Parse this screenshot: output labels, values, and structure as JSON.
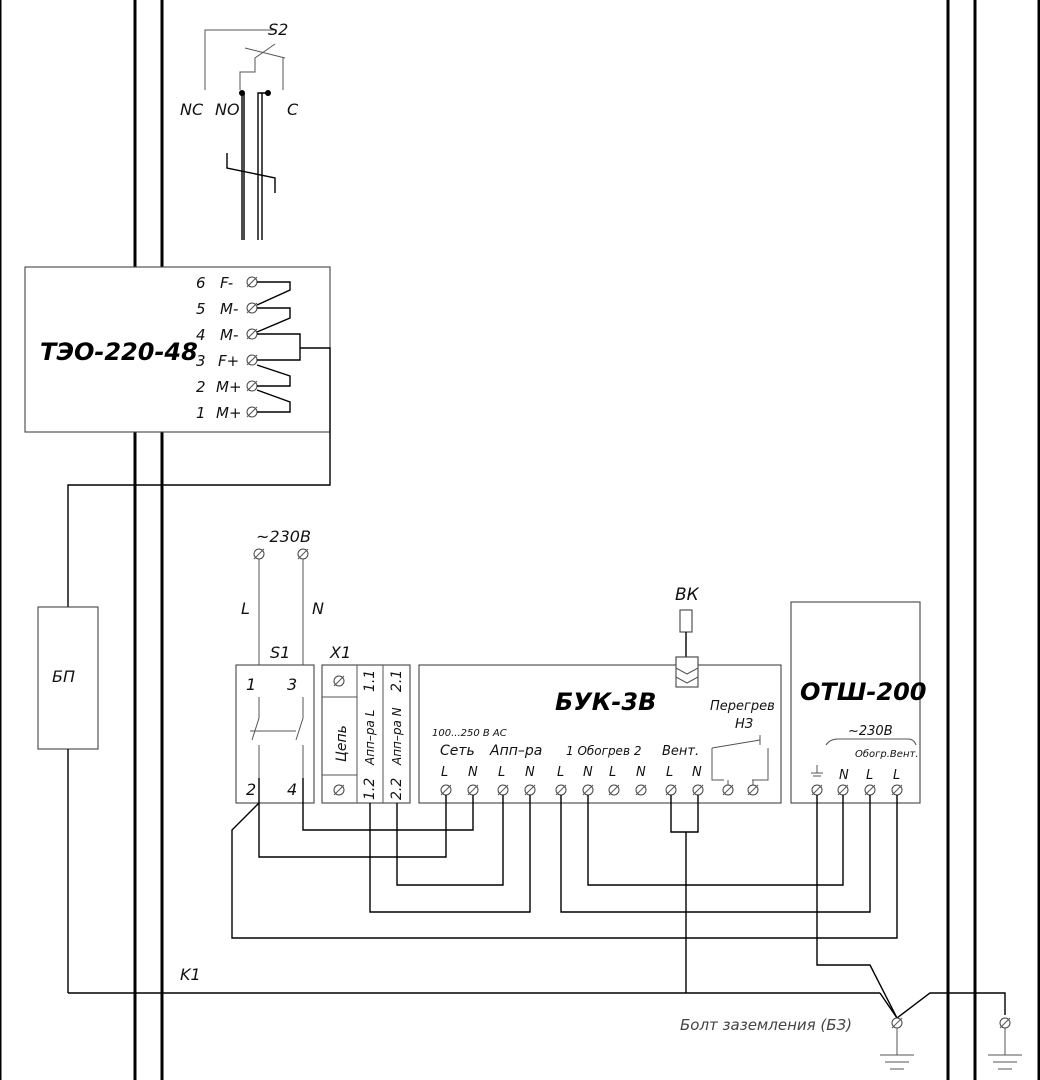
{
  "teo": {
    "title": "ТЭО-220-48",
    "pins": [
      {
        "num": "6",
        "name": "F-"
      },
      {
        "num": "5",
        "name": "M-"
      },
      {
        "num": "4",
        "name": "M-"
      },
      {
        "num": "3",
        "name": "F+"
      },
      {
        "num": "2",
        "name": "M+"
      },
      {
        "num": "1",
        "name": "M+"
      }
    ]
  },
  "s2": {
    "label": "S2",
    "nc": "NC",
    "no": "NO",
    "c": "C"
  },
  "supply": {
    "voltage": "~230В",
    "l": "L",
    "n": "N"
  },
  "bp": {
    "label": "БП"
  },
  "s1": {
    "label": "S1",
    "t1": "1",
    "t3": "3",
    "t2": "2",
    "t4": "4"
  },
  "x1": {
    "label": "X1",
    "circuit": "Цепь",
    "ap_l": "Апп–ра L",
    "ap_n": "Апп–ра N",
    "r11": "1.1",
    "r21": "2.1",
    "r12": "1.2",
    "r22": "2.2"
  },
  "buk": {
    "title": "БУК-3В",
    "range": "100...250 В АС",
    "net": "Сеть",
    "app": "Апп–ра",
    "heat": "1  Обогрев 2",
    "vent": "Вент.",
    "overheat": "Перегрев",
    "nz": "НЗ",
    "terms": [
      "L",
      "N",
      "L",
      "N",
      "L",
      "N",
      "L",
      "N",
      "L",
      "N"
    ]
  },
  "vk": {
    "label": "ВК"
  },
  "otsh": {
    "title": "ОТШ-200",
    "voltage": "~230В",
    "sub": "Обогр.Вент.",
    "terms": [
      "N",
      "L",
      "L"
    ]
  },
  "k1": {
    "label": "K1"
  },
  "ground_bolt": {
    "label": "Болт заземления (БЗ)"
  }
}
